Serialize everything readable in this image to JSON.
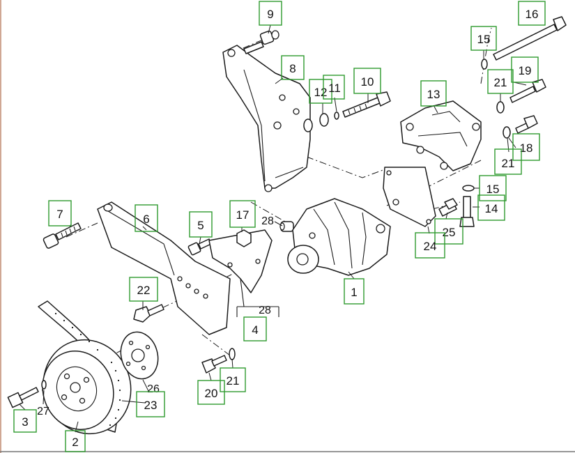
{
  "diagram": {
    "callouts": [
      "9",
      "16",
      "15",
      "8",
      "12",
      "11",
      "10",
      "13",
      "21",
      "19",
      "18",
      "21",
      "15",
      "14",
      "7",
      "6",
      "5",
      "17",
      "28",
      "25",
      "24",
      "1",
      "22",
      "4",
      "20",
      "21",
      "3",
      "23",
      "2"
    ],
    "plain_labels": [
      "27",
      "26",
      "28"
    ]
  },
  "colors": {
    "line": "#1a1a1a",
    "callout_border": "#2e9a2e",
    "background": "#ffffff"
  }
}
